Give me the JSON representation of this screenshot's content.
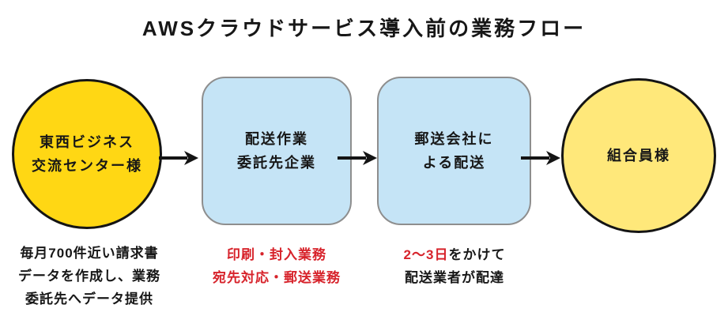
{
  "title": "AWSクラウドサービス導入前の業務フロー",
  "colors": {
    "circle_left_fill": "#FFD714",
    "circle_right_fill": "#FFE87A",
    "rect_fill": "#C5E4F6",
    "rect_border": "#8E8E8E",
    "shape_outline": "#141414",
    "red_text": "#D7232B",
    "text_black": "#171717",
    "arrow_color": "#141414"
  },
  "icons": {
    "flow_arrow": "→"
  },
  "flow": {
    "node1": {
      "line1": "東西ビジネス",
      "line2": "交流センター様"
    },
    "node2": {
      "line1": "配送作業",
      "line2": "委託先企業"
    },
    "node3": {
      "line1": "郵送会社に",
      "line2": "よる配送"
    },
    "node4": {
      "line1": "組合員様"
    }
  },
  "notes": {
    "note1": {
      "line1": "毎月700件近い請求書",
      "line2": "データを作成し、業務",
      "line3": "委託先へデータ提供"
    },
    "note2": {
      "line1": "印刷・封入業務",
      "line2": "宛先対応・郵送業務"
    },
    "note3": {
      "highlight": "2〜3日",
      "line1_rest": "をかけて",
      "line2": "配送業者が配達"
    }
  }
}
